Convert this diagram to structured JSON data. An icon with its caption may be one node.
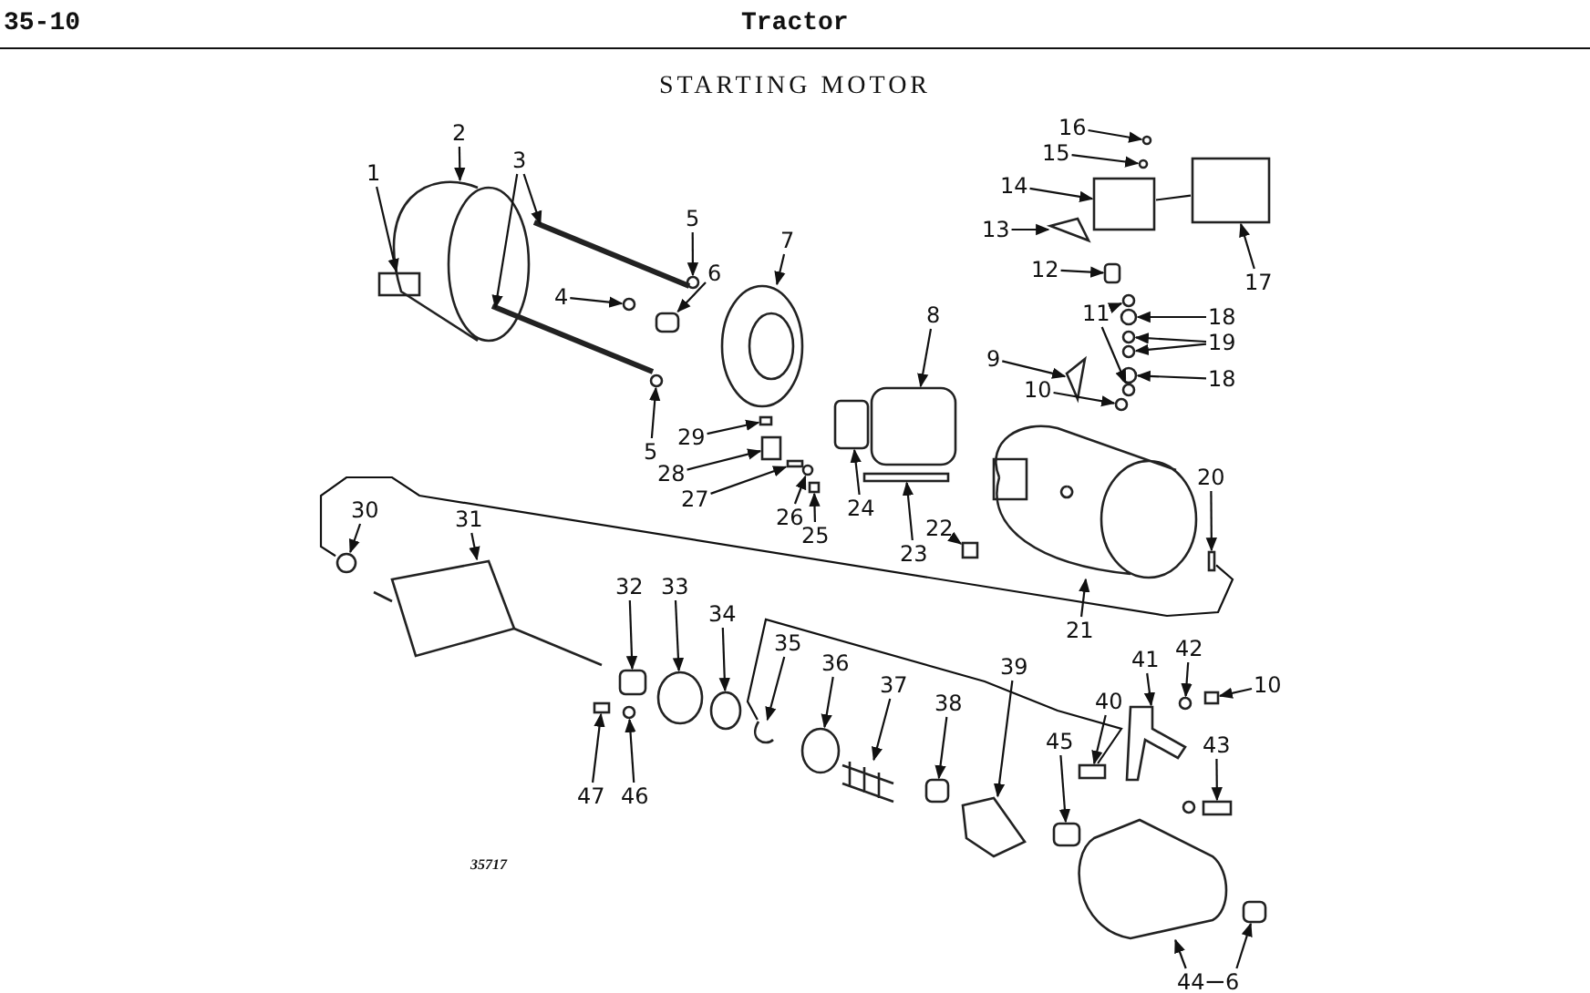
{
  "diagram": {
    "title": "STARTING MOTOR",
    "nodes": [
      {
        "text": [
          "1"
        ]
      },
      {
        "text": [
          "2"
        ]
      },
      {
        "text": [
          "3"
        ]
      },
      {
        "text": [
          "4"
        ]
      },
      {
        "text": [
          "5"
        ]
      },
      {
        "text": [
          "6"
        ]
      },
      {
        "text": [
          "7"
        ]
      },
      {
        "text": [
          "8"
        ]
      },
      {
        "text": [
          "9"
        ]
      },
      {
        "text": [
          "10"
        ]
      },
      {
        "text": [
          "11"
        ]
      },
      {
        "text": [
          "12"
        ]
      },
      {
        "text": [
          "13"
        ]
      },
      {
        "text": [
          "14"
        ]
      },
      {
        "text": [
          "15"
        ]
      },
      {
        "text": [
          "16"
        ]
      },
      {
        "text": [
          "17"
        ]
      },
      {
        "text": [
          "18"
        ]
      },
      {
        "text": [
          "19"
        ]
      },
      {
        "text": [
          "18"
        ]
      },
      {
        "text": [
          "5"
        ]
      },
      {
        "text": [
          "29"
        ]
      },
      {
        "text": [
          "28"
        ]
      },
      {
        "text": [
          "27"
        ]
      },
      {
        "text": [
          "26"
        ]
      },
      {
        "text": [
          "25"
        ]
      },
      {
        "text": [
          "24"
        ]
      },
      {
        "text": [
          "23"
        ]
      },
      {
        "text": [
          "22"
        ]
      },
      {
        "text": [
          "20"
        ]
      },
      {
        "text": [
          "21"
        ]
      },
      {
        "text": [
          "30"
        ]
      },
      {
        "text": [
          "31"
        ]
      },
      {
        "text": [
          "32"
        ]
      },
      {
        "text": [
          "33"
        ]
      },
      {
        "text": [
          "34"
        ]
      },
      {
        "text": [
          "35"
        ]
      },
      {
        "text": [
          "36"
        ]
      },
      {
        "text": [
          "37"
        ]
      },
      {
        "text": [
          "38"
        ]
      },
      {
        "text": [
          "39"
        ]
      },
      {
        "text": [
          "40"
        ]
      },
      {
        "text": [
          "41"
        ]
      },
      {
        "text": [
          "42"
        ]
      },
      {
        "text": [
          "10"
        ]
      },
      {
        "text": [
          "45"
        ]
      },
      {
        "text": [
          "43"
        ]
      },
      {
        "text": [
          "47"
        ]
      },
      {
        "text": [
          "46"
        ]
      },
      {
        "text": [
          "44"
        ]
      },
      {
        "text": [
          "6"
        ]
      },
      {
        "text": [],
        "shape": "box"
      },
      {
        "text": [],
        "shape": "band"
      },
      {
        "text": [],
        "shape": "rod"
      },
      {
        "text": [],
        "shape": "rod"
      },
      {
        "text": [],
        "shape": "circle"
      },
      {
        "text": [],
        "shape": "circle"
      },
      {
        "text": [],
        "shape": "box"
      },
      {
        "text": [],
        "shape": "plate"
      },
      {
        "text": [],
        "shape": "box"
      },
      {
        "text": [],
        "shape": "triangle"
      },
      {
        "text": [],
        "shape": "circle"
      },
      {
        "text": [],
        "shape": "circle"
      },
      {
        "text": [],
        "shape": "circle"
      },
      {
        "text": [],
        "shape": "box"
      },
      {
        "text": [],
        "shape": "wedge"
      },
      {
        "text": [],
        "shape": "box"
      },
      {
        "text": [],
        "shape": "circle"
      },
      {
        "text": [],
        "shape": "circle"
      },
      {
        "text": [],
        "shape": "box"
      },
      {
        "text": [],
        "shape": "circle"
      },
      {
        "text": [],
        "shape": "circle"
      },
      {
        "text": [],
        "shape": "circle"
      },
      {
        "text": [],
        "shape": "circle"
      },
      {
        "text": [],
        "shape": "circle"
      },
      {
        "text": [],
        "shape": "box"
      },
      {
        "text": [],
        "shape": "box"
      },
      {
        "text": [],
        "shape": "box"
      },
      {
        "text": [],
        "shape": "circle"
      },
      {
        "text": [],
        "shape": "box"
      },
      {
        "text": [],
        "shape": "box"
      },
      {
        "text": [],
        "shape": "bar"
      },
      {
        "text": [],
        "shape": "box"
      },
      {
        "text": [],
        "shape": "bar"
      },
      {
        "text": [],
        "shape": "cylinder"
      },
      {
        "text": [],
        "shape": "circle"
      },
      {
        "text": [],
        "shape": "armature"
      },
      {
        "text": [],
        "shape": "box"
      },
      {
        "text": [],
        "shape": "gear"
      },
      {
        "text": [],
        "shape": "circle"
      },
      {
        "text": [],
        "shape": "clip"
      },
      {
        "text": [],
        "shape": "circle"
      },
      {
        "text": [],
        "shape": "spring"
      },
      {
        "text": [],
        "shape": "box"
      },
      {
        "text": [],
        "shape": "gear"
      },
      {
        "text": [],
        "shape": "box"
      },
      {
        "text": [],
        "shape": "lever"
      },
      {
        "text": [],
        "shape": "circle"
      },
      {
        "text": [],
        "shape": "box"
      },
      {
        "text": [],
        "shape": "box"
      },
      {
        "text": [],
        "shape": "bar"
      },
      {
        "text": [],
        "shape": "box"
      },
      {
        "text": [],
        "shape": "circle"
      },
      {
        "text": [],
        "shape": "housing"
      },
      {
        "text": [],
        "shape": "box"
      }
    ],
    "edges": [
      {
        "from": 0,
        "to": 51,
        "arrow": "to"
      },
      {
        "from": 1,
        "to": 52,
        "arrow": "to"
      },
      {
        "from": 2,
        "to": 53,
        "arrow": "to"
      },
      {
        "from": 2,
        "to": 54,
        "arrow": "to"
      },
      {
        "from": 3,
        "to": 55,
        "arrow": "to"
      },
      {
        "from": 4,
        "to": 56,
        "arrow": "to"
      },
      {
        "from": 5,
        "to": 57,
        "arrow": "to"
      },
      {
        "from": 6,
        "to": 58,
        "arrow": "to"
      },
      {
        "from": 7,
        "to": 59,
        "arrow": "to"
      },
      {
        "from": 8,
        "to": 60,
        "arrow": "to"
      },
      {
        "from": 9,
        "to": 61,
        "arrow": "to"
      },
      {
        "from": 10,
        "to": 62,
        "arrow": "to"
      },
      {
        "from": 10,
        "to": 63,
        "arrow": "to"
      },
      {
        "from": 11,
        "to": 64,
        "arrow": "to"
      },
      {
        "from": 12,
        "to": 65,
        "arrow": "to"
      },
      {
        "from": 13,
        "to": 66,
        "arrow": "to"
      },
      {
        "from": 14,
        "to": 67,
        "arrow": "to"
      },
      {
        "from": 15,
        "to": 68,
        "arrow": "to"
      },
      {
        "from": 16,
        "to": 69,
        "arrow": "to"
      },
      {
        "from": 17,
        "to": 70,
        "arrow": "to"
      },
      {
        "from": 18,
        "to": 71,
        "arrow": "to"
      },
      {
        "from": 18,
        "to": 72,
        "arrow": "to"
      },
      {
        "from": 19,
        "to": 73,
        "arrow": "to"
      },
      {
        "from": 20,
        "to": 74,
        "arrow": "to"
      },
      {
        "from": 21,
        "to": 75,
        "arrow": "to"
      },
      {
        "from": 22,
        "to": 76,
        "arrow": "to"
      },
      {
        "from": 23,
        "to": 77,
        "arrow": "to"
      },
      {
        "from": 24,
        "to": 78,
        "arrow": "to"
      },
      {
        "from": 25,
        "to": 79,
        "arrow": "to"
      },
      {
        "from": 26,
        "to": 80,
        "arrow": "to"
      },
      {
        "from": 27,
        "to": 81,
        "arrow": "to"
      },
      {
        "from": 28,
        "to": 82,
        "arrow": "to"
      },
      {
        "from": 29,
        "to": 83,
        "arrow": "to"
      },
      {
        "from": 30,
        "to": 84,
        "arrow": "to"
      },
      {
        "from": 31,
        "to": 85,
        "arrow": "to"
      },
      {
        "from": 32,
        "to": 86,
        "arrow": "to"
      },
      {
        "from": 33,
        "to": 87,
        "arrow": "to"
      },
      {
        "from": 34,
        "to": 88,
        "arrow": "to"
      },
      {
        "from": 35,
        "to": 89,
        "arrow": "to"
      },
      {
        "from": 36,
        "to": 90,
        "arrow": "to"
      },
      {
        "from": 37,
        "to": 91,
        "arrow": "to"
      },
      {
        "from": 38,
        "to": 92,
        "arrow": "to"
      },
      {
        "from": 39,
        "to": 93,
        "arrow": "to"
      },
      {
        "from": 40,
        "to": 94,
        "arrow": "to"
      },
      {
        "from": 41,
        "to": 95,
        "arrow": "to"
      },
      {
        "from": 42,
        "to": 96,
        "arrow": "to"
      },
      {
        "from": 43,
        "to": 97,
        "arrow": "to"
      },
      {
        "from": 44,
        "to": 98,
        "arrow": "to"
      },
      {
        "from": 45,
        "to": 99,
        "arrow": "to"
      },
      {
        "from": 46,
        "to": 100,
        "arrow": "to"
      },
      {
        "from": 47,
        "to": 101,
        "arrow": "to"
      },
      {
        "from": 48,
        "to": 102,
        "arrow": "to"
      },
      {
        "from": 49,
        "to": 103,
        "arrow": "to"
      },
      {
        "from": 50,
        "to": 104,
        "arrow": "to"
      },
      {
        "from": 49,
        "to": 50,
        "arrow": "none"
      },
      {
        "from": 66,
        "to": 69,
        "arrow": "none"
      },
      {
        "from": 85,
        "to": 83,
        "arrow": "none"
      },
      {
        "from": 90,
        "to": 95,
        "arrow": "none"
      }
    ],
    "labels": [
      "35-10",
      "Tractor",
      "35717"
    ]
  }
}
